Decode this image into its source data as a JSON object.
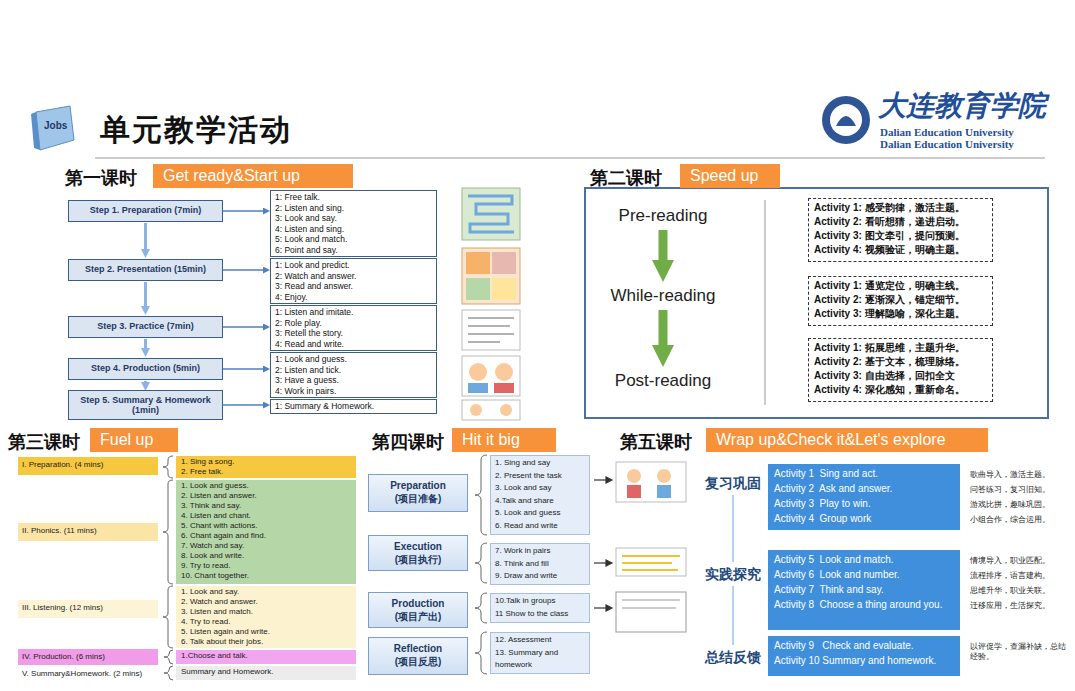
{
  "diagram": {
    "title": "单元教学活动",
    "nodes": [
      {
        "text": [
          "Get ready&Start up"
        ]
      },
      {
        "text": [
          "Step 1. Preparation (7min)"
        ]
      },
      {
        "text": [
          "Step 2. Presentation (15min)"
        ]
      },
      {
        "text": [
          "Step 3. Practice (7min)"
        ]
      },
      {
        "text": [
          "Step 4. Production (5min)"
        ]
      },
      {
        "text": [
          "Step 5. Summary & Homework (1min)"
        ]
      },
      {
        "text": [
          "1: Free talk.",
          "2: Listen and sing.",
          "3: Look and say.",
          "4: Listen and sing.",
          "5: Look and match.",
          "6: Point and say."
        ]
      },
      {
        "text": [
          "1: Look and predict.",
          "2: Watch and answer.",
          "3: Read and answer.",
          "4: Enjoy."
        ]
      },
      {
        "text": [
          "1: Listen and imitate.",
          "2: Role play.",
          "3: Retell the story.",
          "4: Read and write."
        ]
      },
      {
        "text": [
          "1: Look and guess.",
          "2: Listen and tick.",
          "3: Have a guess.",
          "4: Work in pairs."
        ]
      },
      {
        "text": [
          "1: Summary & Homework."
        ]
      },
      {
        "text": [
          "Speed up"
        ]
      },
      {
        "text": [
          "Pre-reading"
        ]
      },
      {
        "text": [
          "While-reading"
        ]
      },
      {
        "text": [
          "Post-reading"
        ]
      },
      {
        "text": [
          "Activity 1: 感受韵律，激活主题。",
          "Activity 2: 看听想猜，递进启动。",
          "Activity 3: 图文牵引，提问预测。",
          "Activity 4: 视频验证，明确主题。"
        ]
      },
      {
        "text": [
          "Activity 1: 通览定位，明确主线。",
          "Activity 2: 逐渐深入，锚定细节。",
          "Activity 3: 理解隐喻，深化主题。"
        ]
      },
      {
        "text": [
          "Activity 1: 拓展思维，主题升华。",
          "Activity 2: 基于文本，梳理脉络。",
          "Activity 3: 自由选择，回扣全文",
          "Activity 4: 深化感知，重新命名。"
        ]
      },
      {
        "text": [
          "Fuel up"
        ]
      },
      {
        "text": [
          "I. Preparation. (4 mins)"
        ]
      },
      {
        "text": [
          "II. Phonics. (11 mins)"
        ]
      },
      {
        "text": [
          "III. Listening. (12 mins)"
        ]
      },
      {
        "text": [
          "IV. Production. (6 mins)"
        ]
      },
      {
        "text": [
          "V. Summary&Homework. (2 mins)"
        ]
      },
      {
        "text": [
          "1. Sing a song.",
          "2. Free talk."
        ]
      },
      {
        "text": [
          "1. Look and guess.",
          "2. Listen and answer.",
          "3. Think and say.",
          "4. Listen and chant.",
          "5. Chant with actions.",
          "6. Chant again and find.",
          "7. Watch and say.",
          "8. Look and write.",
          "9. Try to read.",
          "10. Chant together."
        ]
      },
      {
        "text": [
          "1. Look and say.",
          "2. Watch and answer.",
          "3. Listen and match.",
          "4. Try to read.",
          "5. Listen again and write.",
          "6. Talk about their jobs."
        ]
      },
      {
        "text": [
          "1.Choose and talk."
        ]
      },
      {
        "text": [
          "Summary and Homework."
        ]
      },
      {
        "text": [
          "Hit it big"
        ]
      },
      {
        "text": [
          "Preparation",
          "(项目准备)"
        ]
      },
      {
        "text": [
          "Execution",
          "(项目执行)"
        ]
      },
      {
        "text": [
          "Production",
          "(项目产出)"
        ]
      },
      {
        "text": [
          "Reflection",
          "(项目反思)"
        ]
      },
      {
        "text": [
          "1. Sing and say",
          "2. Present the task",
          "3. Look and say",
          "4.Talk and share",
          "5. Look and guess",
          "6. Read and write"
        ]
      },
      {
        "text": [
          "7. Work in pairs",
          "8. Think and fill",
          "9. Draw and write"
        ]
      },
      {
        "text": [
          "10.Talk in groups",
          "11 Show to the class"
        ]
      },
      {
        "text": [
          "12. Assessment",
          "13. Summary and homework"
        ]
      },
      {
        "text": [
          "Wrap up&Check it&Let's explore"
        ]
      },
      {
        "text": [
          "复习巩固"
        ]
      },
      {
        "text": [
          "实践探究"
        ]
      },
      {
        "text": [
          "总结反馈"
        ]
      },
      {
        "text": [
          "Activity 1  Sing and act.",
          "Activity 2  Ask and answer.",
          "Activity 3  Play to win.",
          "Activity 4  Group work"
        ]
      },
      {
        "text": [
          "Activity 5  Look and match.",
          "Activity 6  Look and number.",
          "Activity 7  Think and say.",
          "Activity 8  Choose a thing around you."
        ]
      },
      {
        "text": [
          "Activity 9   Check and evaluate.",
          "Activity 10 Summary and homework."
        ]
      }
    ],
    "edges": [
      {
        "from": 1,
        "to": 6,
        "arrow": "to"
      },
      {
        "from": 2,
        "to": 7,
        "arrow": "to"
      },
      {
        "from": 3,
        "to": 8,
        "arrow": "to"
      },
      {
        "from": 4,
        "to": 9,
        "arrow": "to"
      },
      {
        "from": 5,
        "to": 10,
        "arrow": "to"
      },
      {
        "from": 1,
        "to": 2,
        "arrow": "to"
      },
      {
        "from": 2,
        "to": 3,
        "arrow": "to"
      },
      {
        "from": 3,
        "to": 4,
        "arrow": "to"
      },
      {
        "from": 4,
        "to": 5,
        "arrow": "to"
      },
      {
        "from": 12,
        "to": 13,
        "arrow": "to"
      },
      {
        "from": 13,
        "to": 14,
        "arrow": "to"
      },
      {
        "from": 39,
        "to": 40,
        "arrow": "none"
      },
      {
        "from": 40,
        "to": 41,
        "arrow": "none"
      }
    ],
    "labels": [
      "Jobs",
      "大连教育学院",
      "Dalian Education University",
      "Dalian Education University",
      "第一课时",
      "第二课时",
      "第三课时",
      "第四课时",
      "第五课时",
      "歌曲导入，激活主题。",
      "问答练习，复习旧知。",
      "游戏比拼，趣味巩固。",
      "小组合作，综合运用。",
      "情境导入，职业匹配。",
      "流程排序，语言建构。",
      "思维升华，职业关联。",
      "迁移应用，生活探究。",
      "以评促学，查漏补缺，总结经验。"
    ]
  }
}
